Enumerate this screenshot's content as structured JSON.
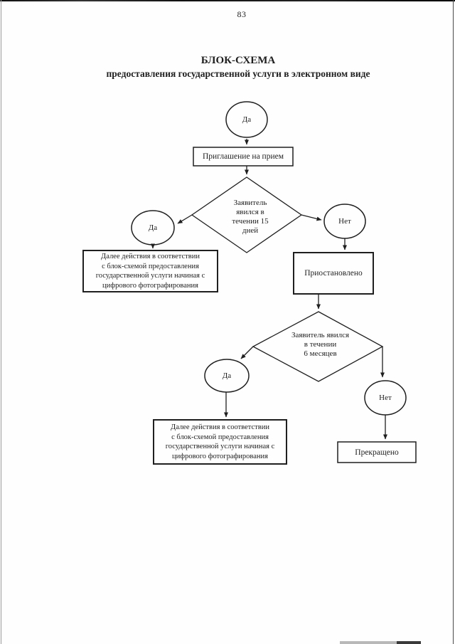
{
  "colors": {
    "ink": "#1f1f1f",
    "background": "#fefefe"
  },
  "page": {
    "number": "83",
    "title": "БЛОК-СХЕМА",
    "subtitle": "предоставления государственной услуги в электронном виде"
  },
  "flowchart": {
    "start_label": "Да",
    "invitation_box": "Приглашение на прием",
    "decision_15_days": "Заявитель\nявился в\nтечении 15\nдней",
    "yes_branch_1": "Да",
    "no_branch_1": "Нет",
    "next_actions_box_1": "Далее действия в соответствии\nс блок-схемой предоставления\nгосударственной услуги начиная с\nцифрового фотографирования",
    "suspended_box": "Приостановлено",
    "decision_6_months": "Заявитель явился\nв течении\n6 месяцев",
    "yes_branch_2": "Да",
    "no_branch_2": "Нет",
    "next_actions_box_2": "Далее действия в соответствии\nс блок-схемой предоставления\nгосударственной услуги начиная с\nцифрового фотографирования",
    "terminated_box": "Прекращено"
  }
}
